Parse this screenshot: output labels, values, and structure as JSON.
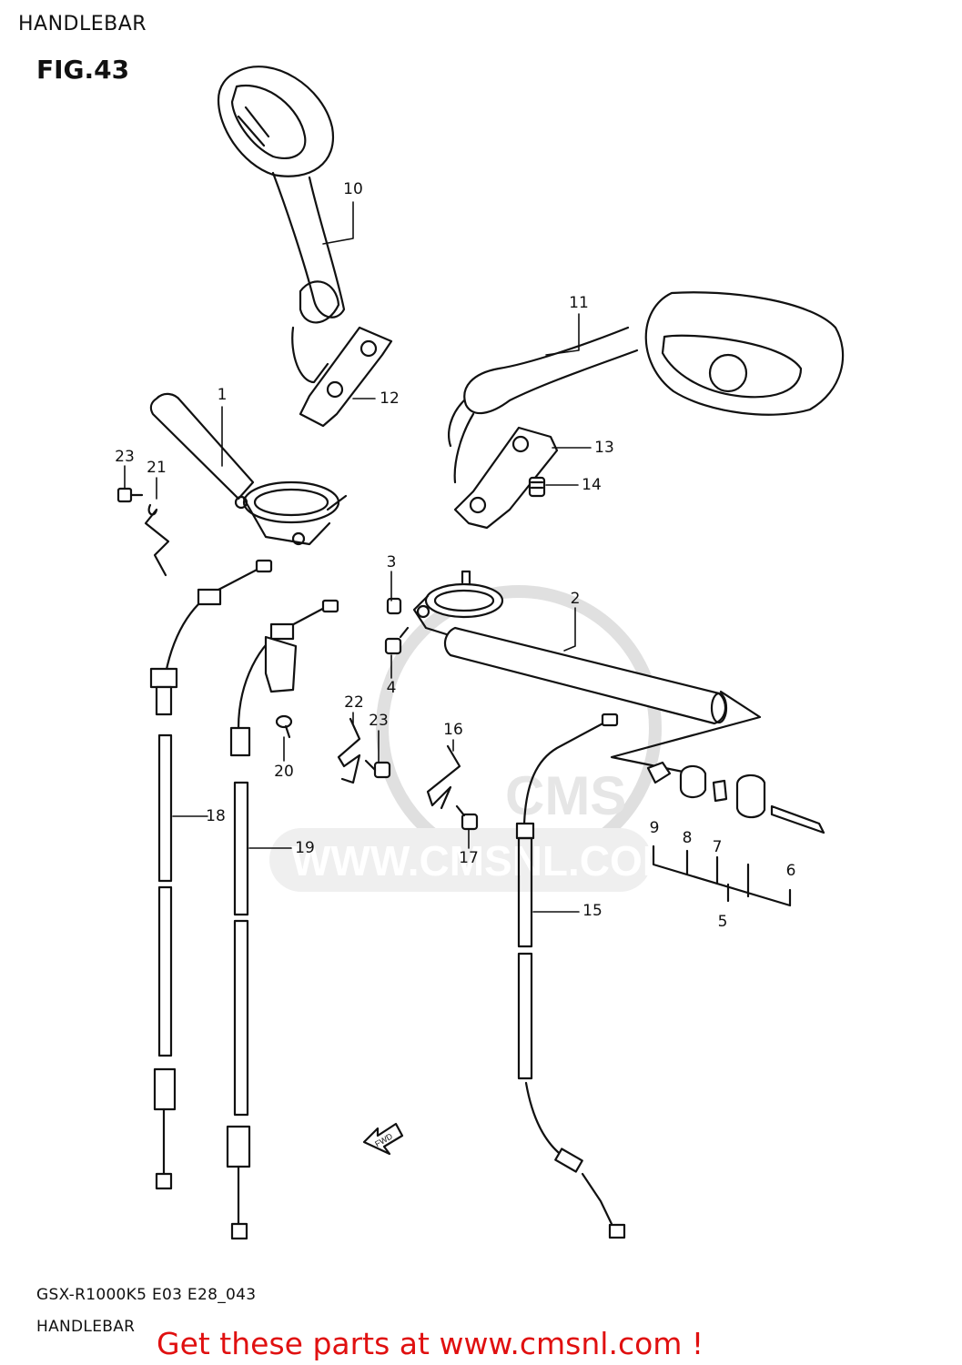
{
  "header": {
    "title": "HANDLEBAR",
    "figure": "FIG.43"
  },
  "callouts": [
    {
      "id": "c1",
      "text": "1"
    },
    {
      "id": "c2",
      "text": "2"
    },
    {
      "id": "c3",
      "text": "3"
    },
    {
      "id": "c4",
      "text": "4"
    },
    {
      "id": "c5",
      "text": "5"
    },
    {
      "id": "c6",
      "text": "6"
    },
    {
      "id": "c7",
      "text": "7"
    },
    {
      "id": "c8",
      "text": "8"
    },
    {
      "id": "c9",
      "text": "9"
    },
    {
      "id": "c10",
      "text": "10"
    },
    {
      "id": "c11",
      "text": "11"
    },
    {
      "id": "c12",
      "text": "12"
    },
    {
      "id": "c13",
      "text": "13"
    },
    {
      "id": "c14",
      "text": "14"
    },
    {
      "id": "c15",
      "text": "15"
    },
    {
      "id": "c16",
      "text": "16"
    },
    {
      "id": "c17",
      "text": "17"
    },
    {
      "id": "c18",
      "text": "18"
    },
    {
      "id": "c19",
      "text": "19"
    },
    {
      "id": "c20",
      "text": "20"
    },
    {
      "id": "c21",
      "text": "21"
    },
    {
      "id": "c22",
      "text": "22"
    },
    {
      "id": "c23a",
      "text": "23"
    },
    {
      "id": "c23b",
      "text": "23"
    }
  ],
  "watermark": {
    "text": "WWW.CMSNL.COM",
    "logo": "CMS"
  },
  "direction_marker": {
    "text": "FWD"
  },
  "footer": {
    "model_code": "GSX-R1000K5 E03 E28_043",
    "subtitle": "HANDLEBAR",
    "promo": "Get these parts at www.cmsnl.com !",
    "promo_color": "#e01010"
  }
}
